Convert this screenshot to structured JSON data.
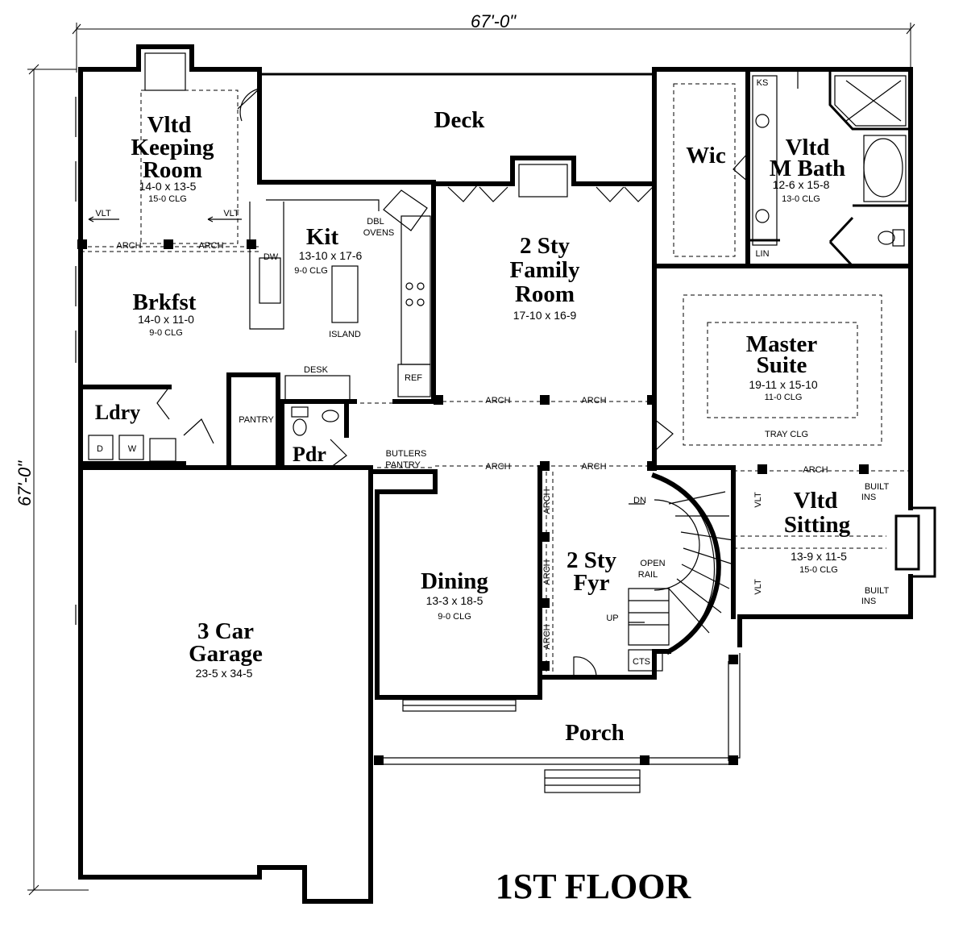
{
  "dimensions": {
    "width": "67'-0\"",
    "depth": "67'-0\""
  },
  "title": "1ST FLOOR",
  "rooms": {
    "keeping": {
      "l1": "Vltd",
      "l2": "Keeping",
      "l3": "Room",
      "size": "14-0 x 13-5",
      "clg": "15-0 CLG"
    },
    "deck": {
      "name": "Deck"
    },
    "kit": {
      "name": "Kit",
      "size": "13-10 x 17-6",
      "clg": "9-0 CLG"
    },
    "family": {
      "l1": "2 Sty",
      "l2": "Family",
      "l3": "Room",
      "size": "17-10 x 16-9"
    },
    "wic": {
      "name": "Wic"
    },
    "mbath": {
      "l1": "Vltd",
      "l2": "M Bath",
      "size": "12-6 x 15-8",
      "clg": "13-0 CLG"
    },
    "brkfst": {
      "name": "Brkfst",
      "size": "14-0 x 11-0",
      "clg": "9-0 CLG"
    },
    "master": {
      "l1": "Master",
      "l2": "Suite",
      "size": "19-11 x 15-10",
      "clg": "11-0 CLG",
      "note": "TRAY CLG"
    },
    "ldry": {
      "name": "Ldry"
    },
    "pdr": {
      "name": "Pdr"
    },
    "sitting": {
      "l1": "Vltd",
      "l2": "Sitting",
      "size": "13-9 x 11-5",
      "clg": "15-0 CLG"
    },
    "dining": {
      "name": "Dining",
      "size": "13-3 x 18-5",
      "clg": "9-0 CLG"
    },
    "foyer": {
      "l1": "2 Sty",
      "l2": "Fyr"
    },
    "garage": {
      "l1": "3 Car",
      "l2": "Garage",
      "size": "23-5 x 34-5"
    },
    "porch": {
      "name": "Porch"
    }
  },
  "labels": {
    "vlt": "VLT",
    "arch": "ARCH",
    "dbl": "DBL",
    "ovens": "OVENS",
    "dw": "DW",
    "island": "ISLAND",
    "desk": "DESK",
    "pantry": "PANTRY",
    "ref": "REF",
    "butlers": "BUTLERS",
    "butlers_pantry": "PANTRY",
    "ks": "KS",
    "lin": "LIN",
    "built": "BUILT",
    "ins": "INS",
    "dn": "DN",
    "up": "UP",
    "open": "OPEN",
    "rail": "RAIL",
    "cts": "CTS",
    "d": "D",
    "w": "W"
  }
}
